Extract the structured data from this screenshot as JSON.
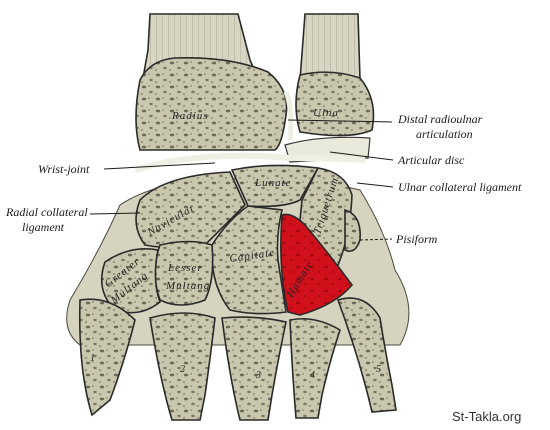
{
  "colors": {
    "bone": "#c9c7ad",
    "bone_dark": "#8c8a72",
    "cartilage": "#ecece0",
    "highlight": "#d0101a",
    "background": "#ffffff"
  },
  "labels": {
    "distal_radioulnar_1": "Distal radioulnar",
    "distal_radioulnar_2": "articulation",
    "wrist_joint": "Wrist-joint",
    "articular_disc": "Articular disc",
    "ulnar_collateral": "Ulnar collateral ligament",
    "radial_collateral_1": "Radial collateral",
    "radial_collateral_2": "ligament",
    "pisiform": "Pisiform"
  },
  "bones": {
    "radius": "Radius",
    "ulna": "Ulna",
    "lunate": "Lunate",
    "navicular": "Navicular",
    "triquetrum": "Triquetrum",
    "capitate": "Capitate",
    "lesser_multang_1": "Lesser",
    "lesser_multang_2": "Multang",
    "greater_multang_1": "Greater",
    "greater_multang_2": "Multang",
    "hamate": "Hamate"
  },
  "metacarpals": [
    "1",
    "2",
    "3",
    "4",
    "5"
  ],
  "watermark": "St-Takla.org",
  "highlighted_bone": "hamate"
}
